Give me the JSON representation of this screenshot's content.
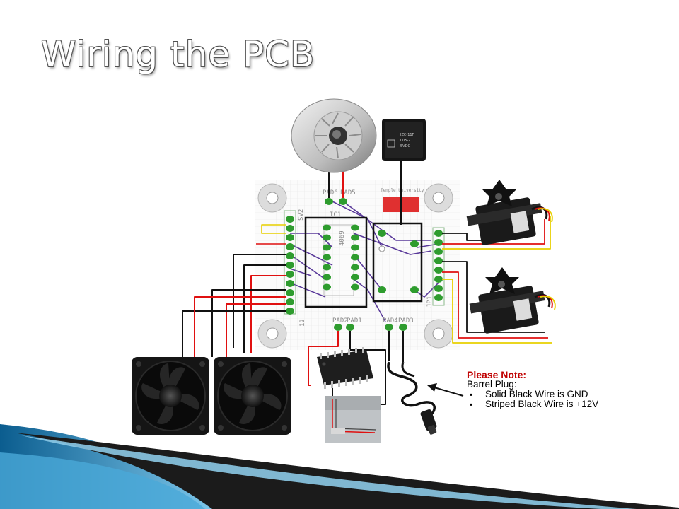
{
  "slide": {
    "title": "Wiring the PCB"
  },
  "pcb": {
    "labels": {
      "pad6": "PAD6",
      "pad5": "PAD5",
      "pad2": "PAD2",
      "pad1": "PAD1",
      "pad4": "PAD4",
      "pad3": "PAD3",
      "ic1": "IC1",
      "sv2": "SV2",
      "jp1": "JP1",
      "university": "Temple University",
      "sv2_num": "12",
      "chip": "4069"
    }
  },
  "note": {
    "title": "Please Note:",
    "subtitle": "Barrel Plug:",
    "items": [
      "Solid Black Wire is GND",
      "Striped Black Wire is +12V"
    ]
  },
  "colors": {
    "wire_red": "#e01010",
    "wire_black": "#111111",
    "wire_yellow": "#e8d000",
    "wire_purple": "#5a3a9a",
    "accent_blue": "#2a8fc6"
  }
}
